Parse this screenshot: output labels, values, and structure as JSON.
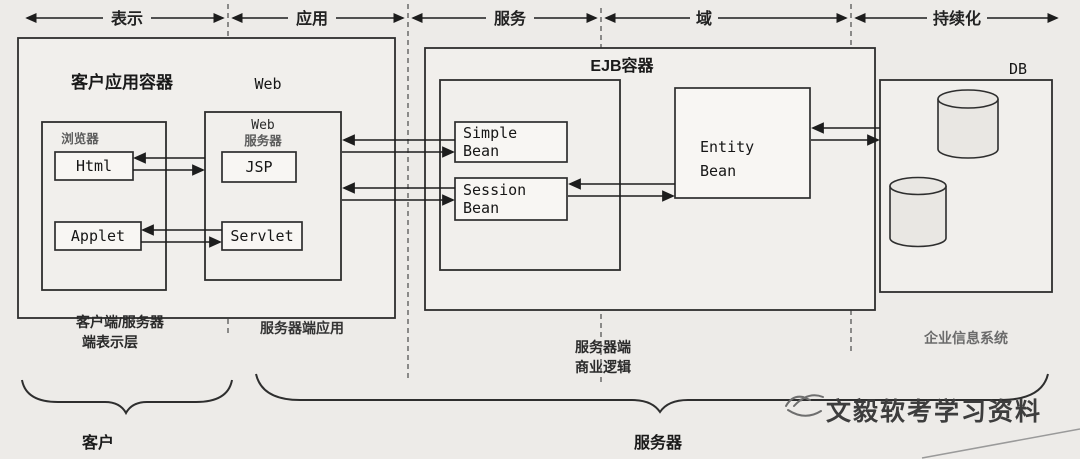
{
  "dimension_labels": {
    "presentation": "表示",
    "application": "应用",
    "service": "服务",
    "domain": "域",
    "persistence": "持续化"
  },
  "containers": {
    "client_app_container": "客户应用容器",
    "web": "Web",
    "browser": "浏览器",
    "web_server_line1": "Web",
    "web_server_line2": "服务器",
    "ejb_container": "EJB容器",
    "db": "DB"
  },
  "components": {
    "html": "Html",
    "applet": "Applet",
    "jsp": "JSP",
    "servlet": "Servlet",
    "simple_bean_line1": "Simple",
    "simple_bean_line2": "Bean",
    "session_bean_line1": "Session",
    "session_bean_line2": "Bean",
    "entity_bean_line1": "Entity",
    "entity_bean_line2": "Bean"
  },
  "captions": {
    "client_tier_line1": "客户端/服务器",
    "client_tier_line2": "端表示层",
    "server_app": "服务器端应用",
    "server_logic_line1": "服务器端",
    "server_logic_line2": "商业逻辑",
    "eis": "企业信息系统"
  },
  "brace_labels": {
    "client": "客户",
    "server": "服务器"
  },
  "watermark": {
    "text": "文毅软考学习资料"
  }
}
